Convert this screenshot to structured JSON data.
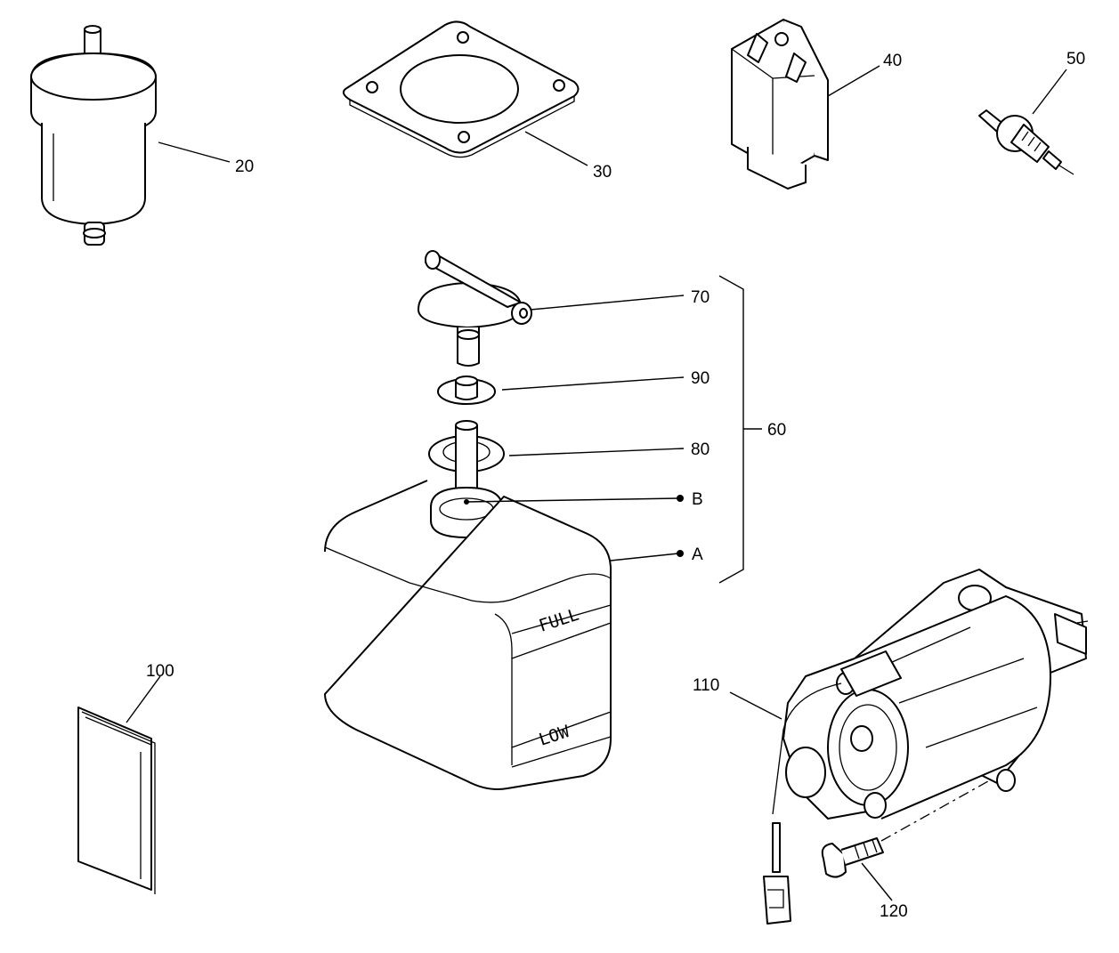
{
  "labels": {
    "p20": "20",
    "p30": "30",
    "p40": "40",
    "p50": "50",
    "p60": "60",
    "p70": "70",
    "p80": "80",
    "p90": "90",
    "p100": "100",
    "p110": "110",
    "p120": "120",
    "refA": "A",
    "refB": "B"
  },
  "tank": {
    "full_mark": "FULL",
    "low_mark": "LOW"
  }
}
